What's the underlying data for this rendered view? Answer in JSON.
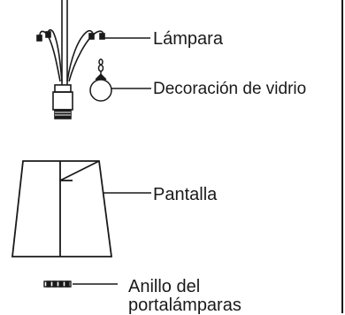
{
  "labels": {
    "lampara": "Lámpara",
    "decoracion": "Decoración de vidrio",
    "pantalla": "Pantalla",
    "anillo_line1": "Anillo del",
    "anillo_line2": "portalámparas"
  }
}
